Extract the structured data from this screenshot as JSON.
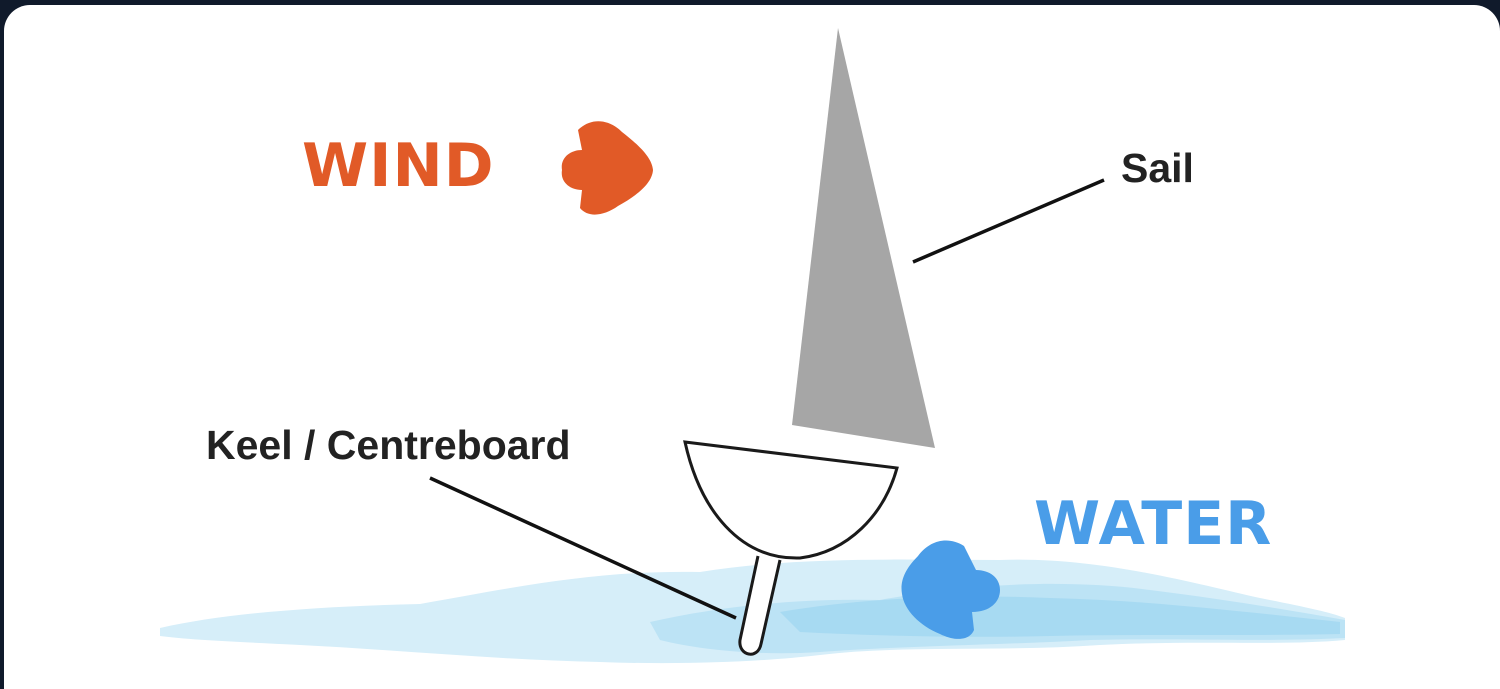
{
  "labels": {
    "wind": "WIND",
    "water": "WATER",
    "sail": "Sail",
    "keel": "Keel / Centreboard"
  },
  "icons": {
    "wind_arrow": "arrow-right-icon",
    "water_arrow": "arrow-left-icon"
  },
  "colors": {
    "wind": "#e15a27",
    "water": "#4a9de8",
    "sail": "#a6a6a6",
    "water_light": "#d3ecf9",
    "water_mid": "#a9dbf3",
    "line": "#111111",
    "background": "#101a2b"
  }
}
